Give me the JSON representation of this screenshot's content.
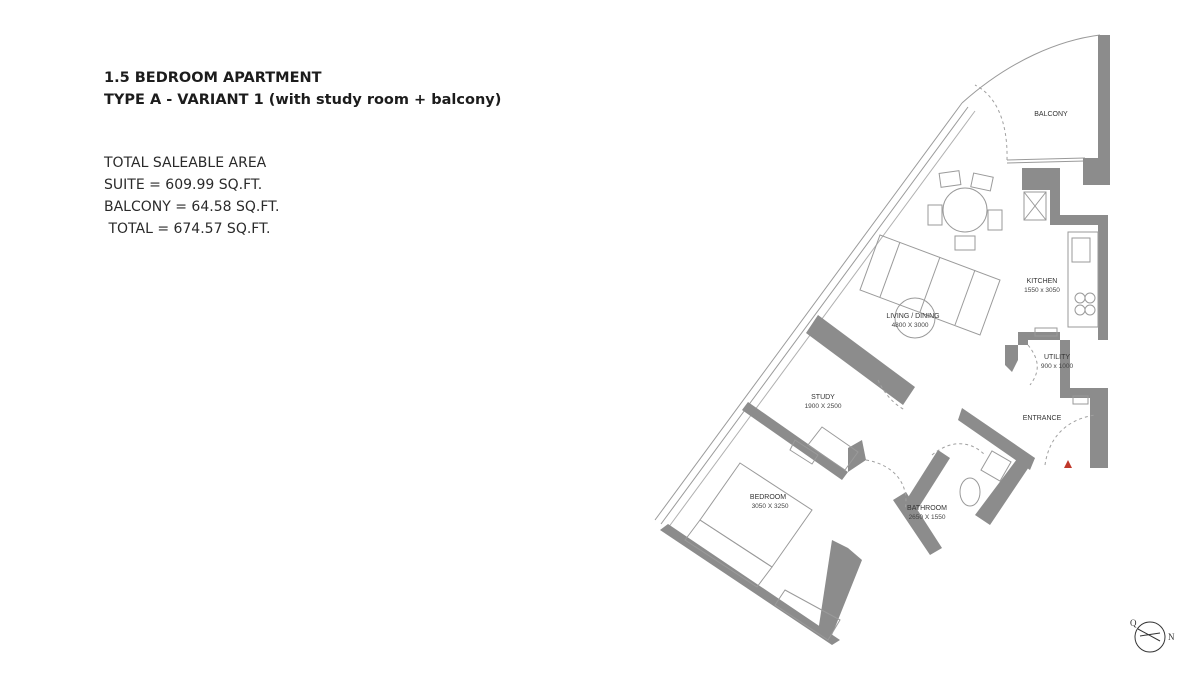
{
  "header": {
    "title": "1.5 BEDROOM APARTMENT",
    "subtitle": "TYPE A - VARIANT 1 (with study room + balcony)"
  },
  "areas": {
    "heading": "TOTAL SALEABLE AREA",
    "suite": "SUITE = 609.99 SQ.FT.",
    "balcony": "BALCONY = 64.58 SQ.FT.",
    "total": " TOTAL = 674.57 SQ.FT."
  },
  "rooms": {
    "balcony": {
      "label": "BALCONY"
    },
    "kitchen": {
      "label": "KITCHEN",
      "dims": "1550 x 3050"
    },
    "living": {
      "label": "LIVING / DINING",
      "dims": "4800 X 3000"
    },
    "utility": {
      "label": "UTILITY",
      "dims": "900 x 1000"
    },
    "entrance": {
      "label": "ENTRANCE"
    },
    "study": {
      "label": "STUDY",
      "dims": "1900 X 2500"
    },
    "bedroom": {
      "label": "BEDROOM",
      "dims": "3050 X 3250"
    },
    "bathroom": {
      "label": "BATHROOM",
      "dims": "2650 X 1550"
    }
  },
  "compass": {
    "left_letter": "Q",
    "right_letter": "N"
  },
  "colors": {
    "wall": "#8c8c8c",
    "entrance_marker": "#c0392b"
  }
}
